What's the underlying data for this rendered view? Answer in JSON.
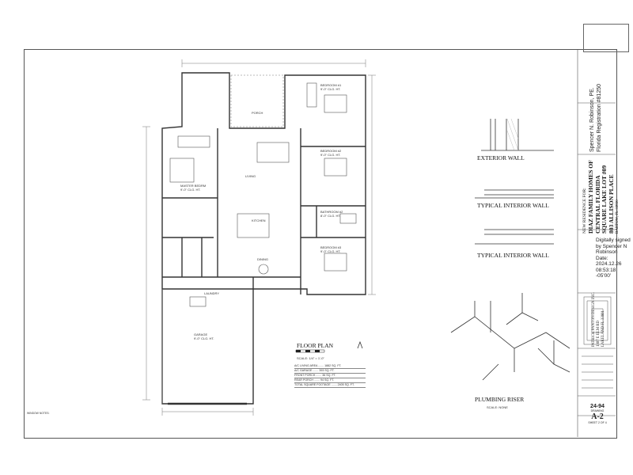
{
  "floor_plan": {
    "title": "FLOOR PLAN",
    "scale": "SCALE: 1/4\" = 1'-0\"",
    "rooms": [
      {
        "name": "MASTER BEDRM",
        "detail": "9'-0\" CLG. HT."
      },
      {
        "name": "BEDROOM #1",
        "detail": "9'-0\" CLG. HT."
      },
      {
        "name": "BEDROOM #2",
        "detail": "9'-0\" CLG. HT."
      },
      {
        "name": "BEDROOM #3",
        "detail": "9'-0\" CLG. HT."
      },
      {
        "name": "GARAGE",
        "detail": "9'-0\" CLG. HT."
      },
      {
        "name": "KITCHEN",
        "detail": ""
      },
      {
        "name": "LIVING",
        "detail": ""
      },
      {
        "name": "DINING",
        "detail": ""
      },
      {
        "name": "LAUNDRY",
        "detail": ""
      },
      {
        "name": "BATHROOM #2",
        "detail": "8'-0\" CLG. HT."
      },
      {
        "name": "PORCH",
        "detail": ""
      }
    ],
    "area_table": [
      "A/C LIVING AREA ....... 1882 SQ. FT.",
      "A/C GARAGE ....... 393 SQ. FT.",
      "FRONT PORCH ....... 36 SQ. FT.",
      "REAR PORCH ....... 94 SQ. FT.",
      "TOTAL SQUARE FOOTAGE ....... 2405 SQ. FT."
    ],
    "notes_title": "WINDOW NOTES:"
  },
  "wall_sections": [
    {
      "title": "EXTERIOR WALL"
    },
    {
      "title": "TYPICAL INTERIOR WALL"
    },
    {
      "title": "TYPICAL INTERIOR WALL"
    }
  ],
  "plumbing": {
    "title": "PLUMBING RISER",
    "scale": "SCALE: NONE"
  },
  "title_block": {
    "engineer": "Spencer N. Robinson, PE.",
    "registration": "Florida Registration #81250",
    "project_lines": [
      "NEW RESIDENCE FOR:",
      "DIAZ FAMILY HOMES OF",
      "CENTRAL FLORIDA",
      "SQUARE LAKE LOT #09",
      "803 ALLISON PLACE",
      "BARTOW, FL 33830"
    ],
    "signature": [
      "Digitally signed",
      "by Spencer N",
      "Robinson",
      "Date:",
      "2024.12.26",
      "08:53:18 -05'00'"
    ],
    "firm": [
      "PATRICK PANTON DESIGN INC.",
      "1307 E ELM RD",
      "LAKELAND FL 33801"
    ],
    "job_number": "24-94",
    "drawing_label": "DRAWING",
    "drawing_number": "A-2",
    "sheet": "SHEET 2 OF 4"
  },
  "colors": {
    "line": "#333333",
    "paper": "#ffffff"
  }
}
